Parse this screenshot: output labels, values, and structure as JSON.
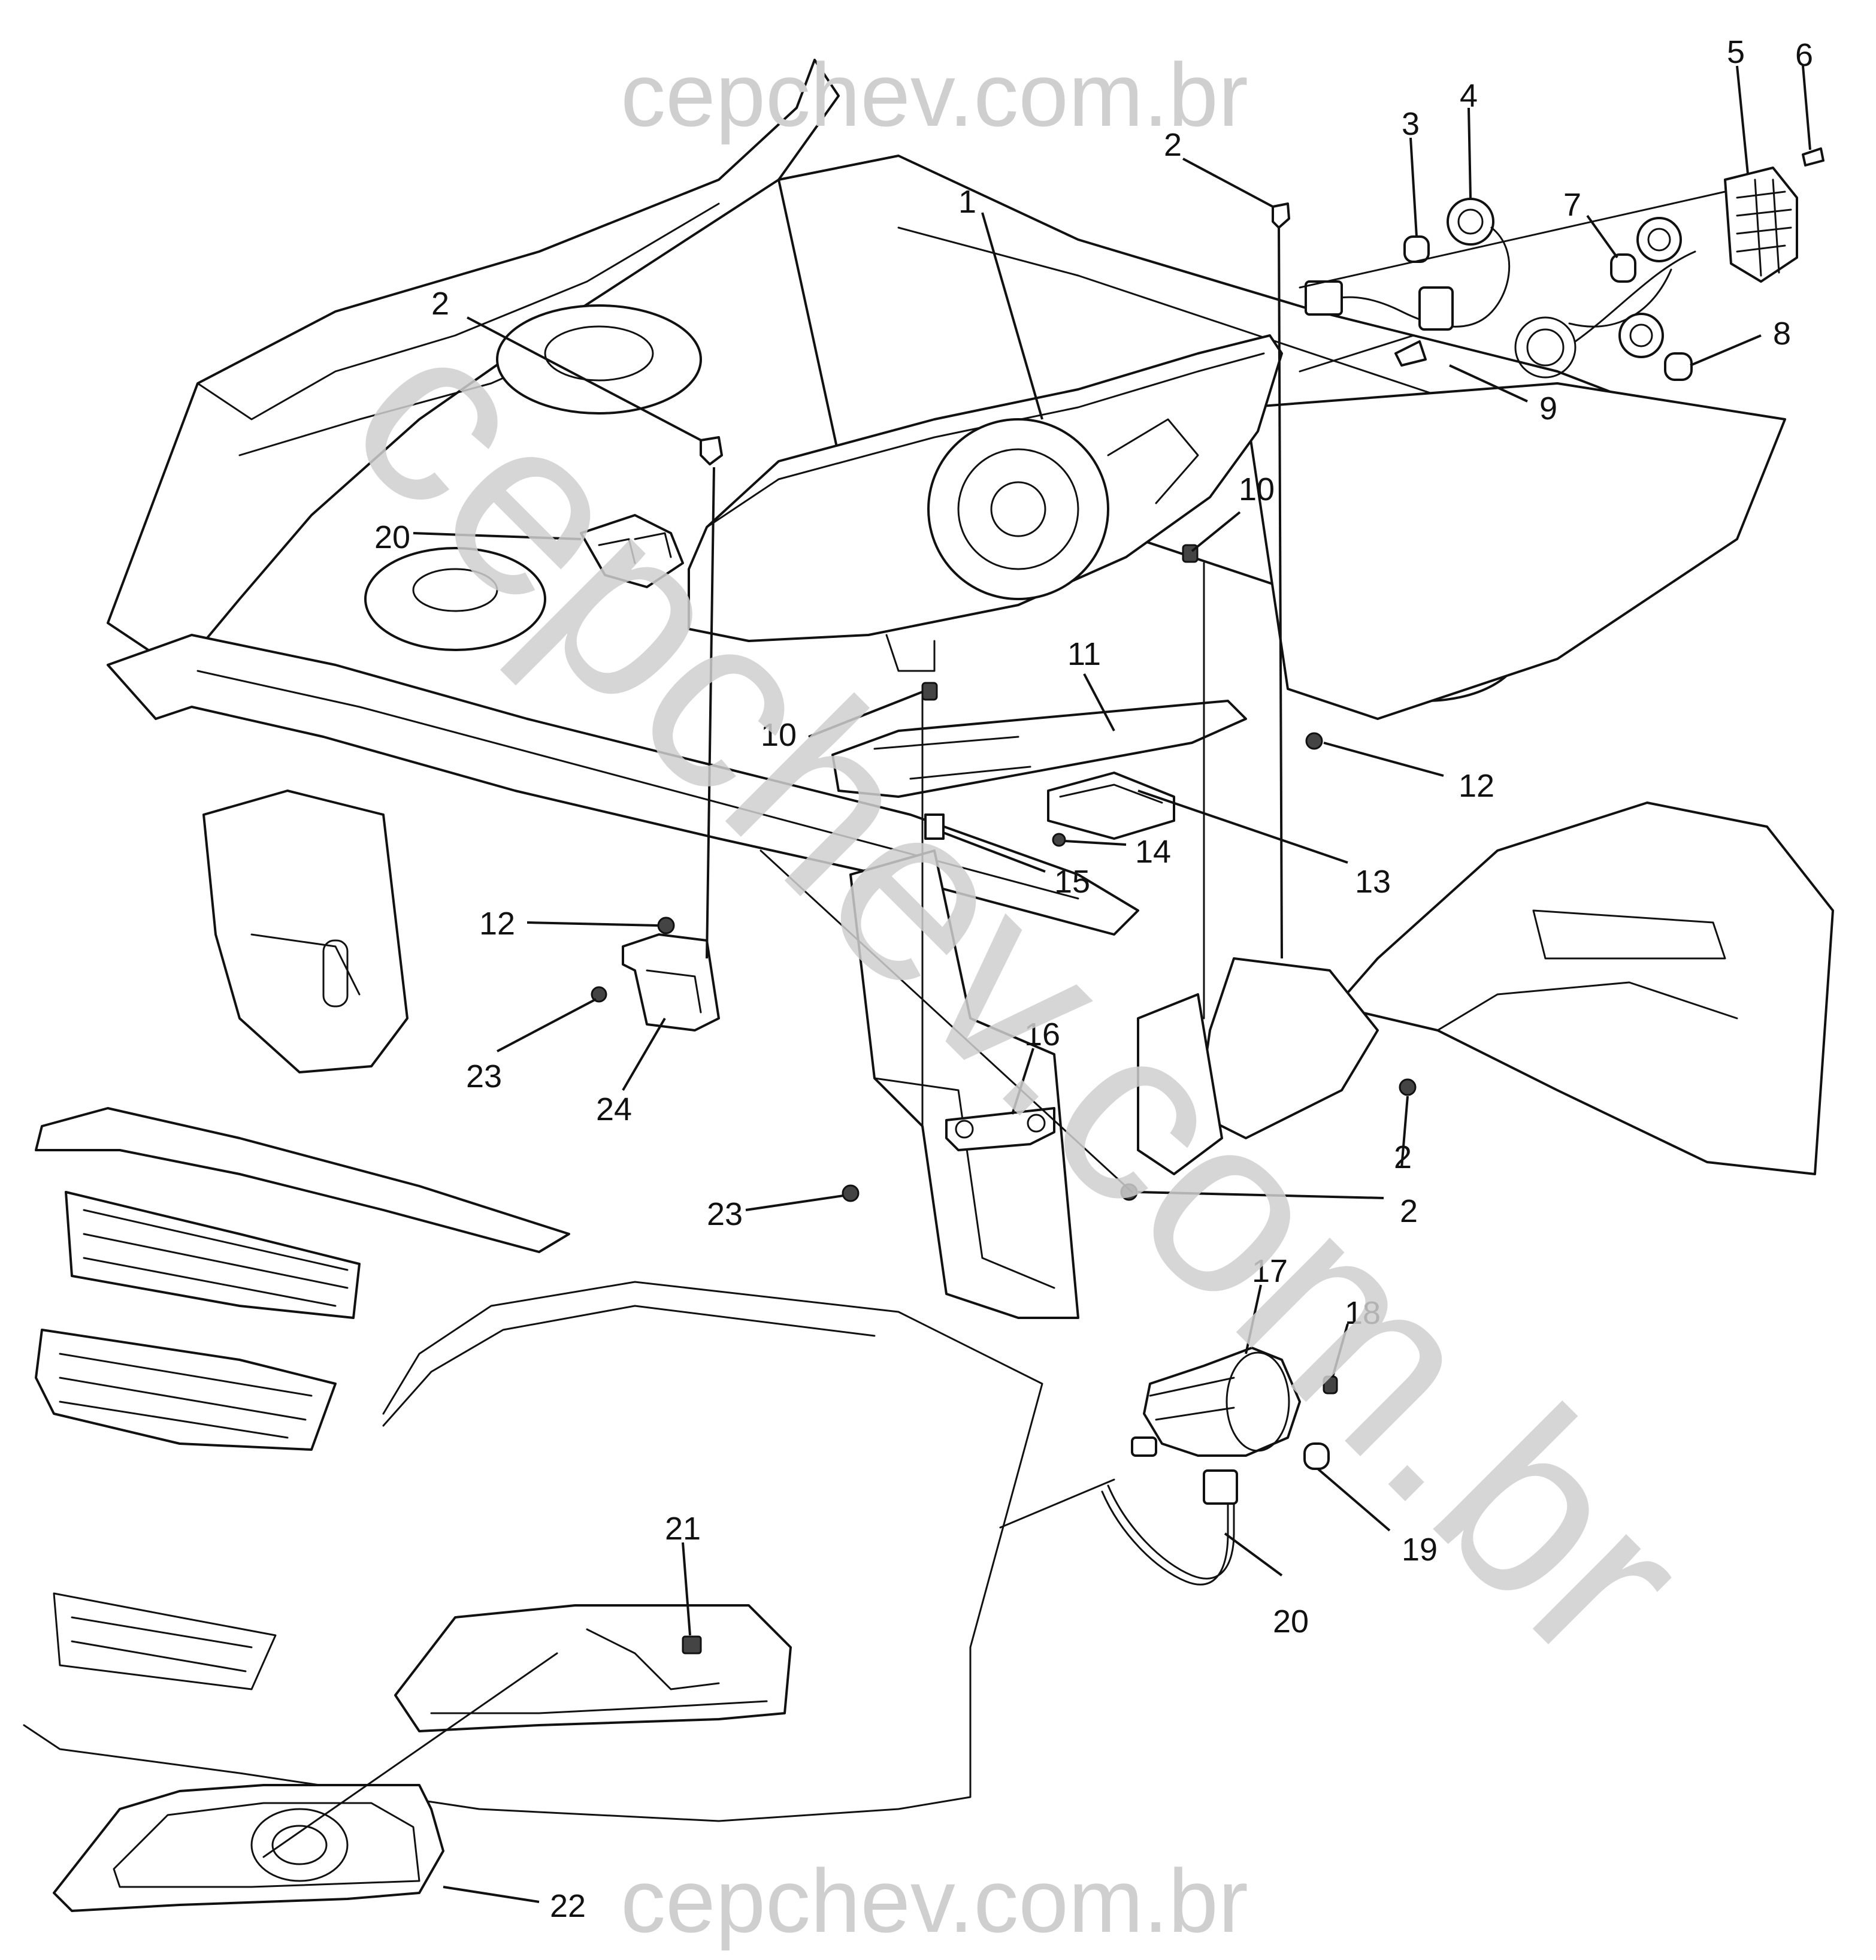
{
  "watermarks": {
    "top": "cepchev.com.br",
    "bottom": "cepchev.com.br",
    "diagonal": "cepchev.com.br"
  },
  "callouts": {
    "c1": "1",
    "c2a": "2",
    "c2b": "2",
    "c2c": "2",
    "c2d": "2",
    "c3": "3",
    "c4": "4",
    "c5": "5",
    "c6": "6",
    "c7": "7",
    "c8": "8",
    "c9": "9",
    "c10a": "10",
    "c10b": "10",
    "c11": "11",
    "c12a": "12",
    "c12b": "12",
    "c13": "13",
    "c14": "14",
    "c15": "15",
    "c16": "16",
    "c17": "17",
    "c18": "18",
    "c19": "19",
    "c20a": "20",
    "c20b": "20",
    "c21": "21",
    "c22": "22",
    "c23a": "23",
    "c23b": "23",
    "c24": "24"
  },
  "colors": {
    "ink": "#111111",
    "watermark": "#cfcfcf",
    "background": "#ffffff"
  }
}
